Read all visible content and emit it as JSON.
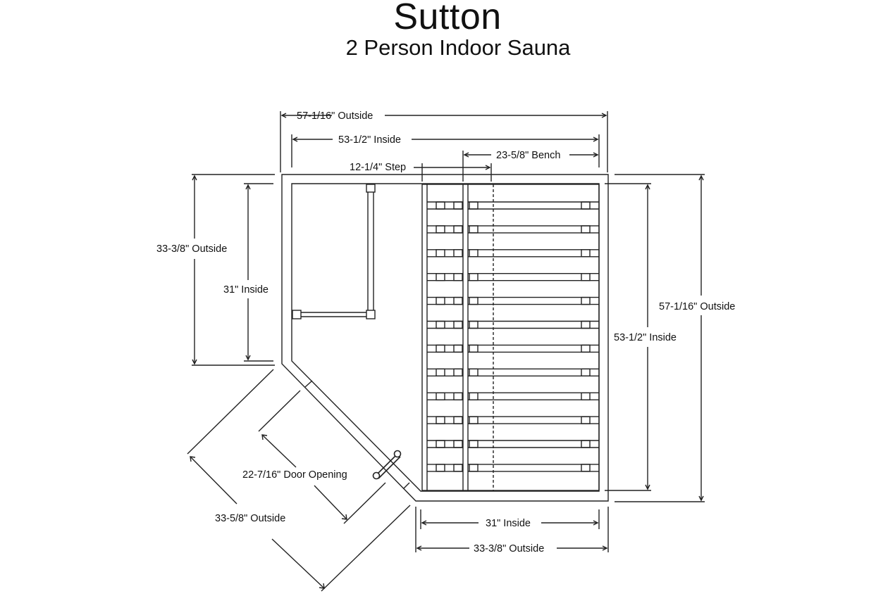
{
  "title": "Sutton",
  "subtitle": "2 Person Indoor Sauna",
  "dimensions": {
    "top_outside": "57-1/16\" Outside",
    "top_inside": "53-1/2\" Inside",
    "bench_width": "23-5/8\" Bench",
    "step_width": "12-1/4\" Step",
    "left_outside": "33-3/8\" Outside",
    "left_inside": "31\" Inside",
    "right_outside": "57-1/16\" Outside",
    "right_inside": "53-1/2\" Inside",
    "door_opening": "22-7/16\" Door Opening",
    "diagonal_outside": "33-5/8\" Outside",
    "bottom_inside": "31\" Inside",
    "bottom_outside": "33-3/8\" Outside"
  },
  "colors": {
    "line": "#222222",
    "text": "#111111",
    "background": "#ffffff"
  }
}
